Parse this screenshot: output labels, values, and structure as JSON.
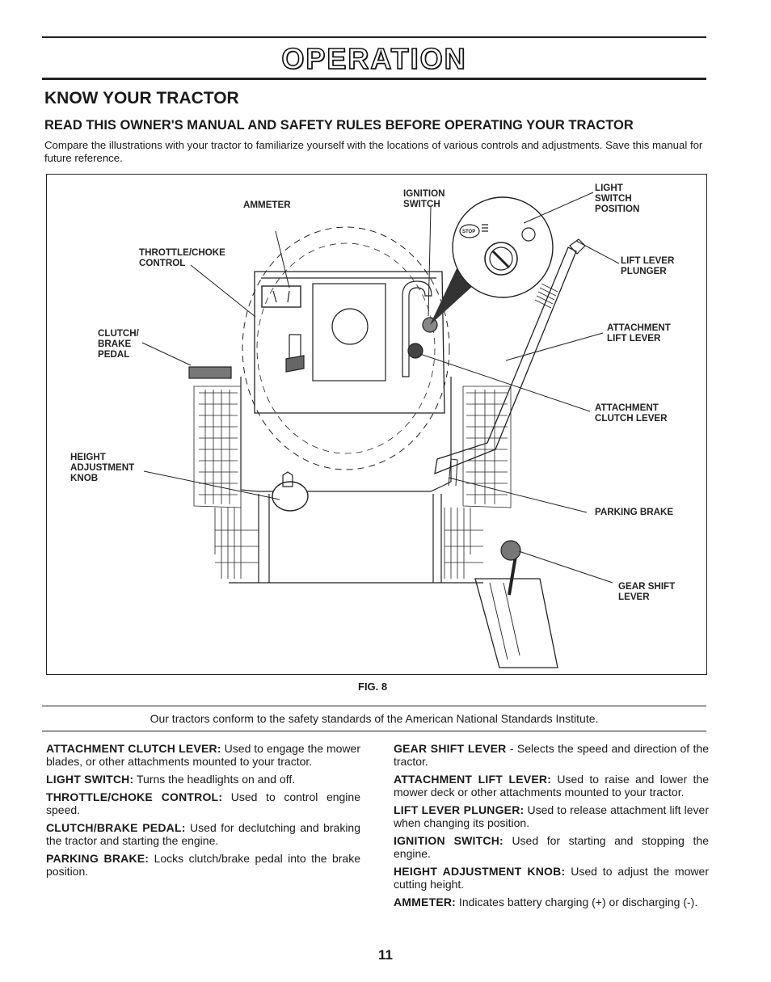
{
  "header": {
    "title": "OPERATION",
    "section": "KNOW YOUR TRACTOR",
    "subheading": "READ THIS OWNER'S MANUAL AND SAFETY RULES BEFORE OPERATING YOUR TRACTOR",
    "intro": "Compare the illustrations with your tractor to familiarize yourself with the locations of various controls and adjustments. Save this manual for future reference."
  },
  "figure": {
    "labels": {
      "ammeter": "AMMETER",
      "ignition_switch": "IGNITION\nSWITCH",
      "light_switch_position": "LIGHT\nSWITCH\nPOSITION",
      "throttle_choke": "THROTTLE/CHOKE\nCONTROL",
      "lift_lever_plunger": "LIFT LEVER\nPLUNGER",
      "attachment_lift_lever": "ATTACHMENT\nLIFT LEVER",
      "clutch_brake_pedal": "CLUTCH/\nBRAKE\nPEDAL",
      "attachment_clutch_lever": "ATTACHMENT\nCLUTCH LEVER",
      "height_adjustment_knob": "HEIGHT\nADJUSTMENT\nKNOB",
      "parking_brake": "PARKING BRAKE",
      "gear_shift_lever": "GEAR SHIFT\nLEVER",
      "stop_marking": "STOP"
    },
    "caption": "FIG. 8"
  },
  "standards_note": "Our tractors conform to the safety standards of the American National Standards Institute.",
  "descriptions": {
    "left": [
      {
        "term": "ATTACHMENT CLUTCH LEVER:",
        "text": " Used to engage the mower blades, or other attachments mounted to your tractor."
      },
      {
        "term": "LIGHT SWITCH:",
        "text": " Turns the headlights on and off."
      },
      {
        "term": "THROTTLE/CHOKE CONTROL:",
        "text": " Used to control engine speed."
      },
      {
        "term": "CLUTCH/BRAKE PEDAL:",
        "text": " Used for declutching and braking the tractor and starting the engine."
      },
      {
        "term": "PARKING BRAKE:",
        "text": " Locks clutch/brake pedal into the brake position."
      }
    ],
    "right": [
      {
        "term": "GEAR SHIFT LEVER",
        "text": " - Selects the speed and direction of the tractor."
      },
      {
        "term": "ATTACHMENT LIFT LEVER:",
        "text": " Used to raise and lower the mower deck or other attachments mounted to your tractor."
      },
      {
        "term": "LIFT LEVER PLUNGER:",
        "text": " Used to release attachment lift lever when changing its position."
      },
      {
        "term": "IGNITION SWITCH:",
        "text": " Used for starting and stopping the engine."
      },
      {
        "term": "HEIGHT ADJUSTMENT KNOB:",
        "text": " Used to adjust the mower cutting height."
      },
      {
        "term": "AMMETER:",
        "text": " Indicates battery charging (+) or discharging (-)."
      }
    ]
  },
  "page_number": "11"
}
